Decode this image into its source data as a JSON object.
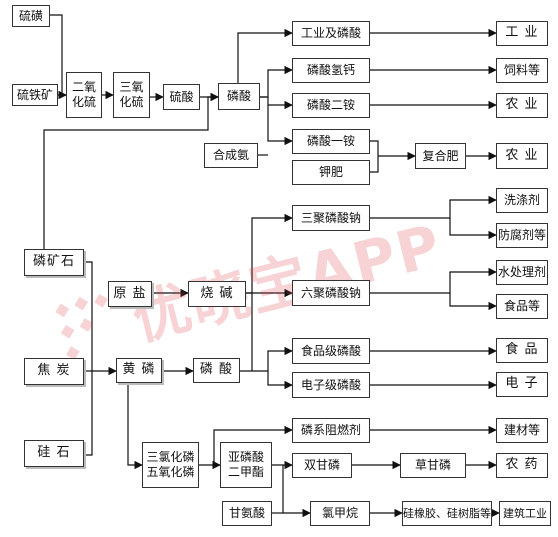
{
  "diagram": {
    "watermark": "优晓宝APP",
    "nodes": {
      "sulfur": "硫磺",
      "pyrite": "硫铁矿",
      "so2": "二氧\n化硫",
      "so3": "三氧\n化硫",
      "sulfuric_acid": "硫酸",
      "phosphoric_acid_top": "磷酸",
      "industrial_phosphoric": "工业及磷酸",
      "dicalcium_phosphate": "磷酸氢钙",
      "dap": "磷酸二铵",
      "map": "磷酸一铵",
      "synthetic_ammonia": "合成氨",
      "potash": "钾肥",
      "compound_fertilizer": "复合肥",
      "industry": "工 业",
      "feed": "饲料等",
      "agriculture_1": "农 业",
      "agriculture_2": "农 业",
      "phosphate_rock": "磷矿石",
      "salt": "原 盐",
      "caustic_soda": "烧 碱",
      "stpp": "三聚磷酸钠",
      "shmp": "六聚磷酸钠",
      "detergent": "洗涤剂",
      "preservative": "防腐剂等",
      "water_treatment": "水处理剂",
      "food_etc": "食品等",
      "coke": "焦 炭",
      "yellow_phosphorus": "黄 磷",
      "phosphoric_acid_mid": "磷 酸",
      "food_grade": "食品级磷酸",
      "electronic_grade": "电子级磷酸",
      "food": "食 品",
      "electronics": "电 子",
      "silica": "硅 石",
      "pcl3_p2o5": "三氯化磷\n五氧化磷",
      "phosphite_dimethyl": "亚磷酸\n二甲酯",
      "flame_retardant": "磷系阻燃剂",
      "building_materials": "建材等",
      "glyphosine": "双甘磷",
      "glyphosate": "草甘磷",
      "pesticide": "农 药",
      "glycine": "甘氨酸",
      "chloromethane": "氯甲烷",
      "silicone": "硅橡胶、硅树脂等",
      "construction": "建筑工业"
    }
  }
}
